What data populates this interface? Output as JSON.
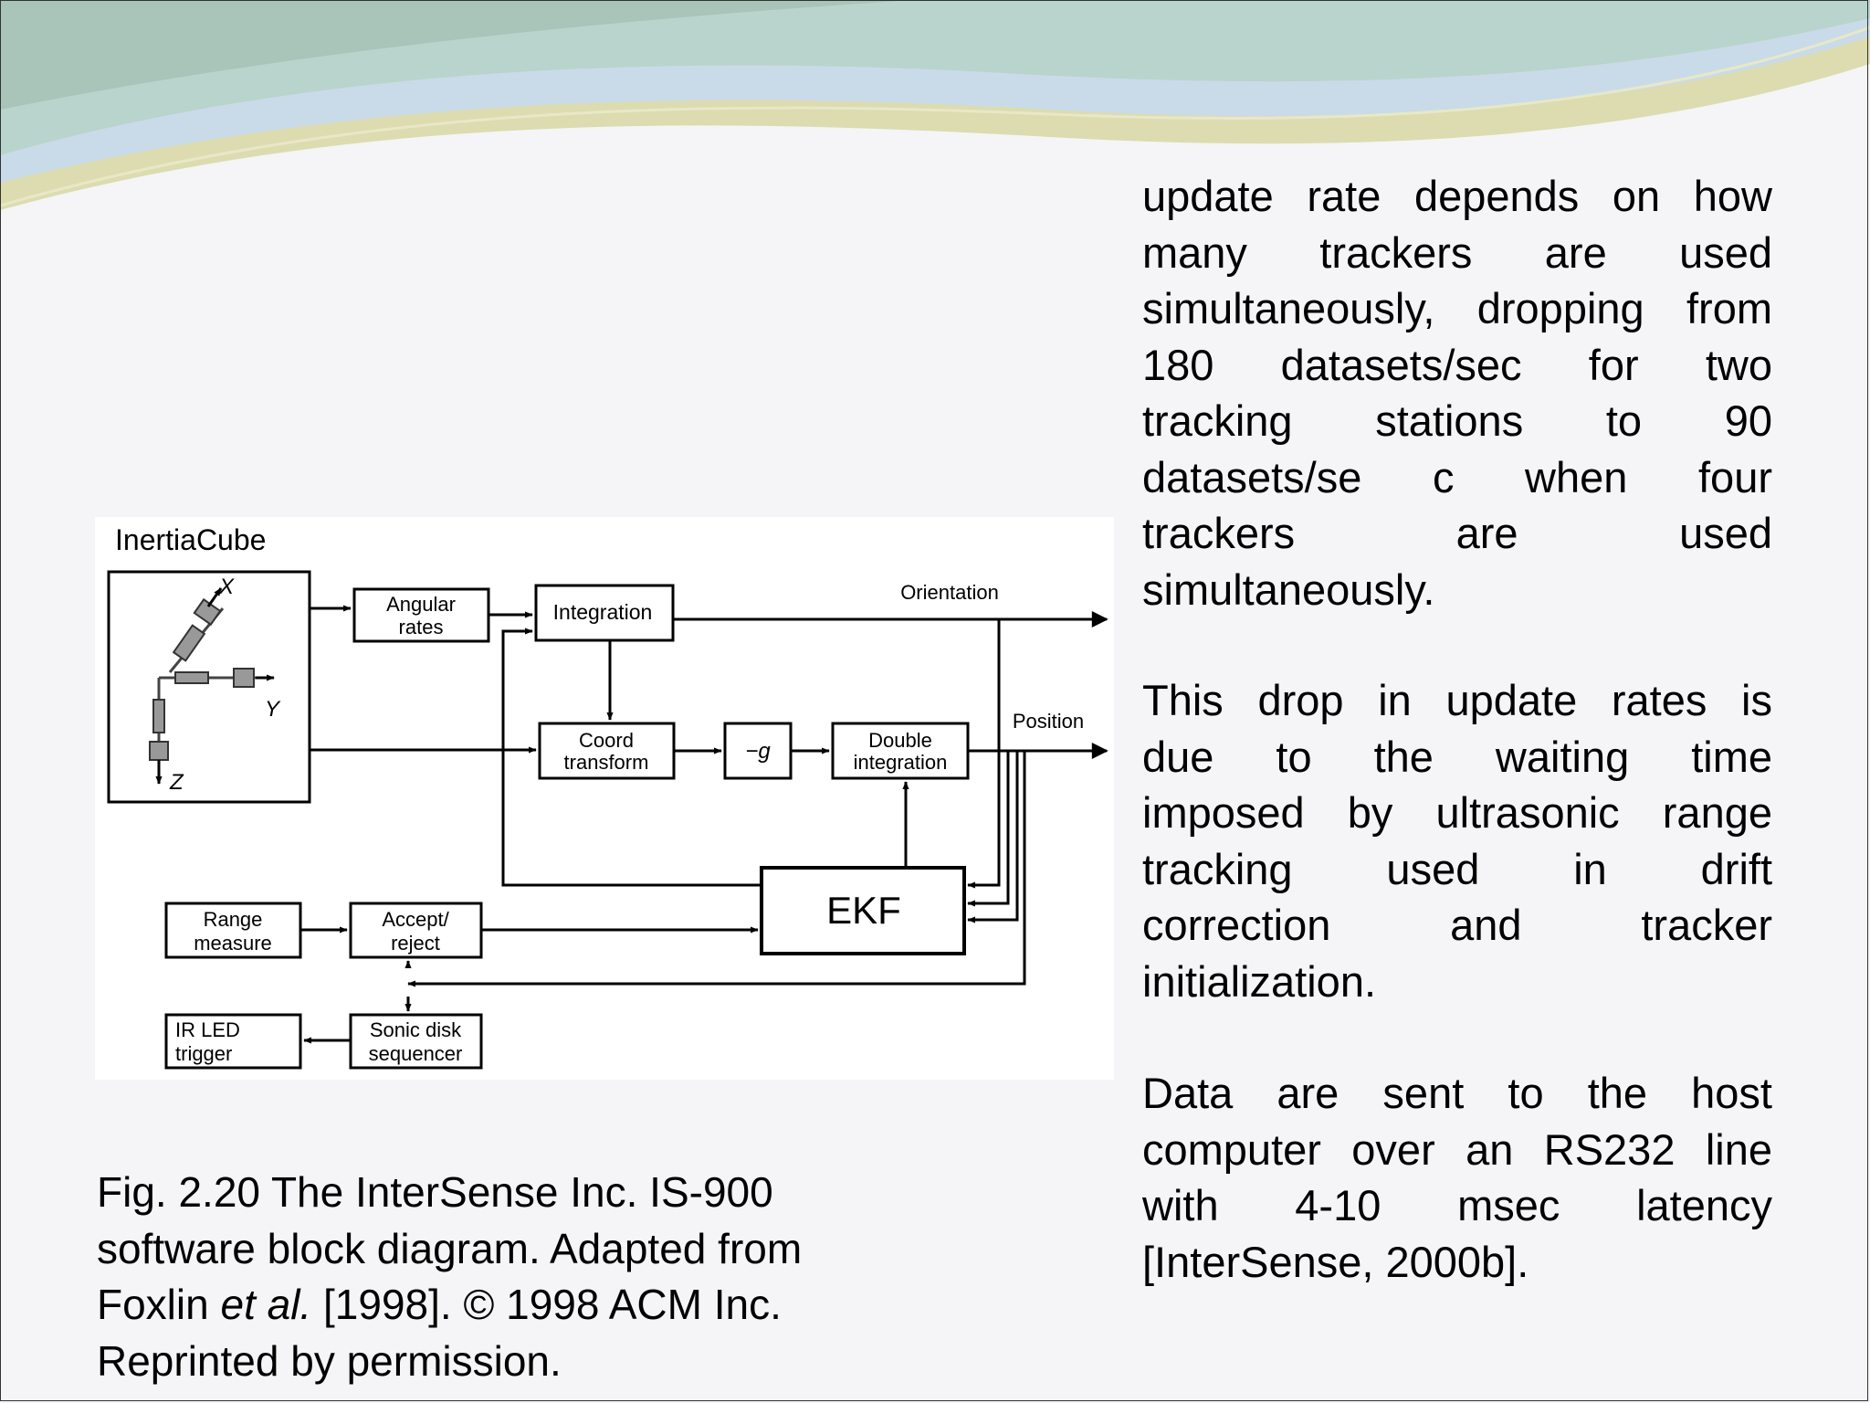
{
  "text_column": {
    "paragraph_1": {
      "lines": [
        "update rate depends on how",
        "many trackers are used",
        "simultaneously, dropping from",
        "180 datasets/sec for two",
        "tracking stations to 90",
        "datasets/se c when four",
        "trackers are used",
        "simultaneously."
      ]
    },
    "paragraph_2": {
      "lines": [
        "This drop in update rates is",
        "due to the waiting time",
        "imposed by ultrasonic range",
        "tracking used in drift",
        "correction and tracker",
        "initialization."
      ]
    },
    "paragraph_3": {
      "lines": [
        "Data are sent to the host",
        "computer over an RS232 line",
        "with 4-10 msec latency",
        "[InterSense, 2000b]."
      ]
    }
  },
  "caption": {
    "line_1": "Fig. 2.20 The InterSense Inc. IS-900",
    "line_2": "software block diagram. Adapted from",
    "line_3_pre": "Foxlin ",
    "line_3_em": "et al.",
    "line_3_post": " [1998]. © 1998 ACM Inc.",
    "line_4": "Reprinted by permission."
  },
  "diagram": {
    "inertia_cube_label": "InertiaCube",
    "axis_x": "X",
    "axis_y": "Y",
    "axis_z": "Z",
    "angular_rates": [
      "Angular",
      "rates"
    ],
    "integration": "Integration",
    "coord_transform": [
      "Coord",
      "transform"
    ],
    "minus_g": "−g",
    "double_integration": [
      "Double",
      "integration"
    ],
    "ekf": "EKF",
    "range_measure": [
      "Range",
      "measure"
    ],
    "accept_reject": [
      "Accept/",
      "reject"
    ],
    "ir_led_trigger": [
      "IR LED",
      "trigger"
    ],
    "sonic_disk_sequencer": [
      "Sonic disk",
      "sequencer"
    ],
    "orientation_label": "Orientation",
    "position_label": "Position"
  },
  "colors": {
    "header_teal": "#b9d4cc",
    "header_blue": "#c9dbe8",
    "header_olive": "#dcdcb0",
    "background": "#f5f5f7"
  }
}
